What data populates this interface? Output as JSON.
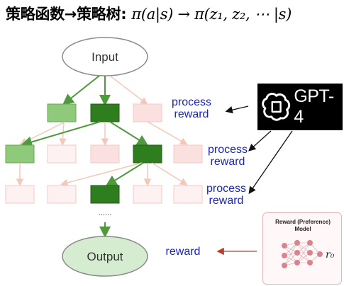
{
  "title": {
    "chinese": "策略函数→策略树:",
    "formula": "π(a|s) → π(z₁, z₂, ⋯ |s)"
  },
  "tree": {
    "input_label": "Input",
    "output_label": "Output",
    "ellipsis": "......"
  },
  "annotations": {
    "process_reward_1": [
      "process",
      "reward"
    ],
    "process_reward_2": [
      "process",
      "reward"
    ],
    "process_reward_3": [
      "process",
      "reward"
    ],
    "reward": "reward"
  },
  "gpt4": {
    "label": "GPT-4"
  },
  "reward_model": {
    "title_line1": "Reward (Preference)",
    "title_line2": "Model",
    "output_symbol": "r₀"
  },
  "colors": {
    "selected_node": "#2e7d1e",
    "candidate_node": "#8fc97a",
    "faded_node": "#fbe0e0",
    "edge_green": "#4f9a3c",
    "edge_faded": "#f2c9b8",
    "label_blue": "#1a22c9",
    "reward_arrow": "#c0392b"
  }
}
